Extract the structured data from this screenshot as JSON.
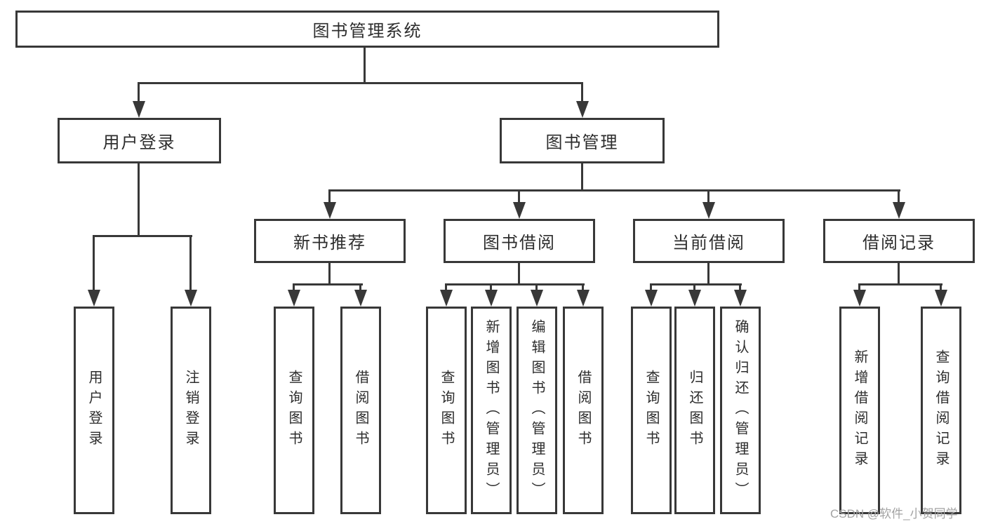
{
  "tree": {
    "root": {
      "label": "图书管理系统",
      "children": [
        {
          "label": "用户登录",
          "children": [
            {
              "label": "用户登录"
            },
            {
              "label": "注销登录"
            }
          ]
        },
        {
          "label": "图书管理",
          "children": [
            {
              "label": "新书推荐",
              "children": [
                {
                  "label": "查询图书"
                },
                {
                  "label": "借阅图书"
                }
              ]
            },
            {
              "label": "图书借阅",
              "children": [
                {
                  "label": "查询图书"
                },
                {
                  "label": "新增图书（管理员）"
                },
                {
                  "label": "编辑图书（管理员）"
                },
                {
                  "label": "借阅图书"
                }
              ]
            },
            {
              "label": "当前借阅",
              "children": [
                {
                  "label": "查询图书"
                },
                {
                  "label": "归还图书"
                },
                {
                  "label": "确认归还（管理员）"
                }
              ]
            },
            {
              "label": "借阅记录",
              "children": [
                {
                  "label": "新增借阅记录"
                },
                {
                  "label": "查询借阅记录"
                }
              ]
            }
          ]
        }
      ]
    }
  },
  "watermark": {
    "text": "CSDN @软件_小贺同学"
  },
  "colors": {
    "line": "#383838",
    "box_border": "#383838",
    "text": "#2d2d2d",
    "watermark": "#a3a3a3",
    "background": "#ffffff"
  }
}
